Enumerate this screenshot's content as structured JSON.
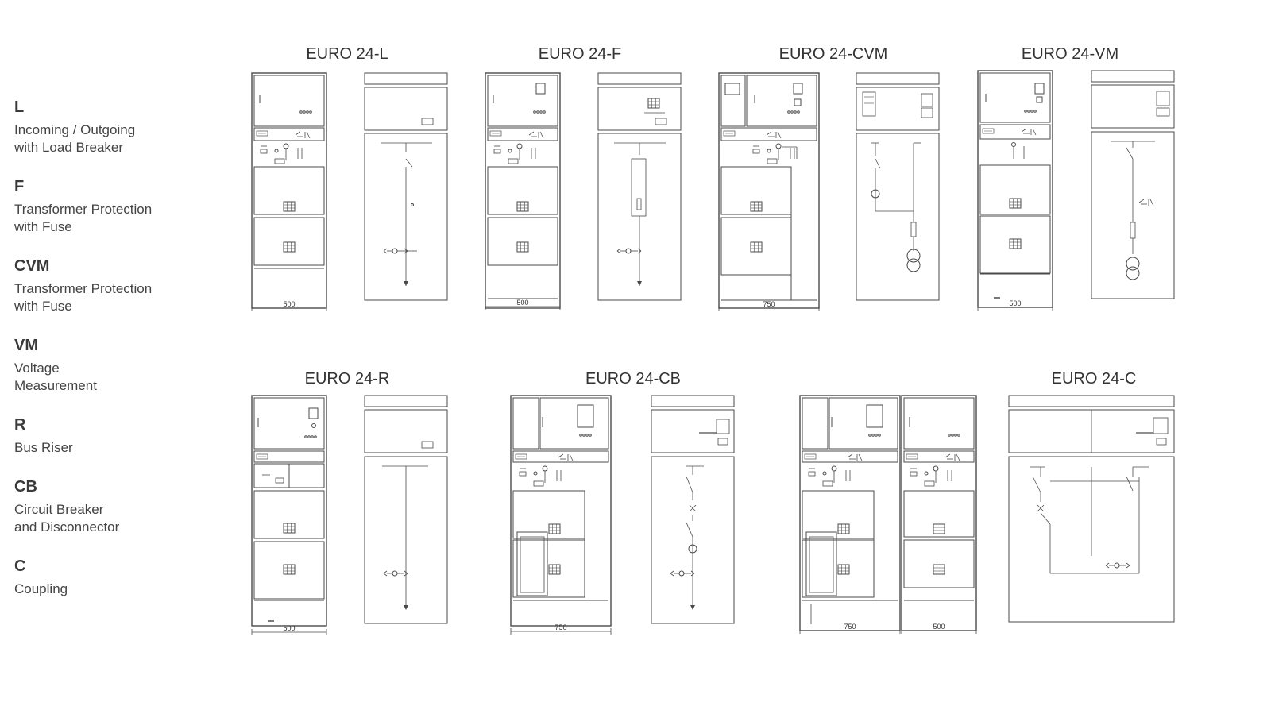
{
  "legend": [
    {
      "code": "L",
      "desc": "Incoming / Outgoing\nwith Load Breaker"
    },
    {
      "code": "F",
      "desc": "Transformer Protection\nwith Fuse"
    },
    {
      "code": "CVM",
      "desc": "Transformer Protection\nwith Fuse"
    },
    {
      "code": "VM",
      "desc": "Voltage\nMeasurement"
    },
    {
      "code": "R",
      "desc": "Bus Riser"
    },
    {
      "code": "CB",
      "desc": "Circuit Breaker\nand Disconnector"
    },
    {
      "code": "C",
      "desc": "Coupling"
    }
  ],
  "panels": [
    {
      "title": "EURO 24-L",
      "dims": [
        "500"
      ]
    },
    {
      "title": "EURO 24-F",
      "dims": [
        "500"
      ]
    },
    {
      "title": "EURO 24-CVM",
      "dims": [
        "750"
      ]
    },
    {
      "title": "EURO 24-VM",
      "dims": [
        "500"
      ]
    },
    {
      "title": "EURO 24-R",
      "dims": [
        "500"
      ]
    },
    {
      "title": "EURO 24-CB",
      "dims": [
        "750"
      ]
    },
    {
      "title": "EURO 24-C",
      "dims": [
        "750",
        "500"
      ]
    }
  ],
  "colors": {
    "line": "#4a4a4a",
    "text": "#333333"
  }
}
